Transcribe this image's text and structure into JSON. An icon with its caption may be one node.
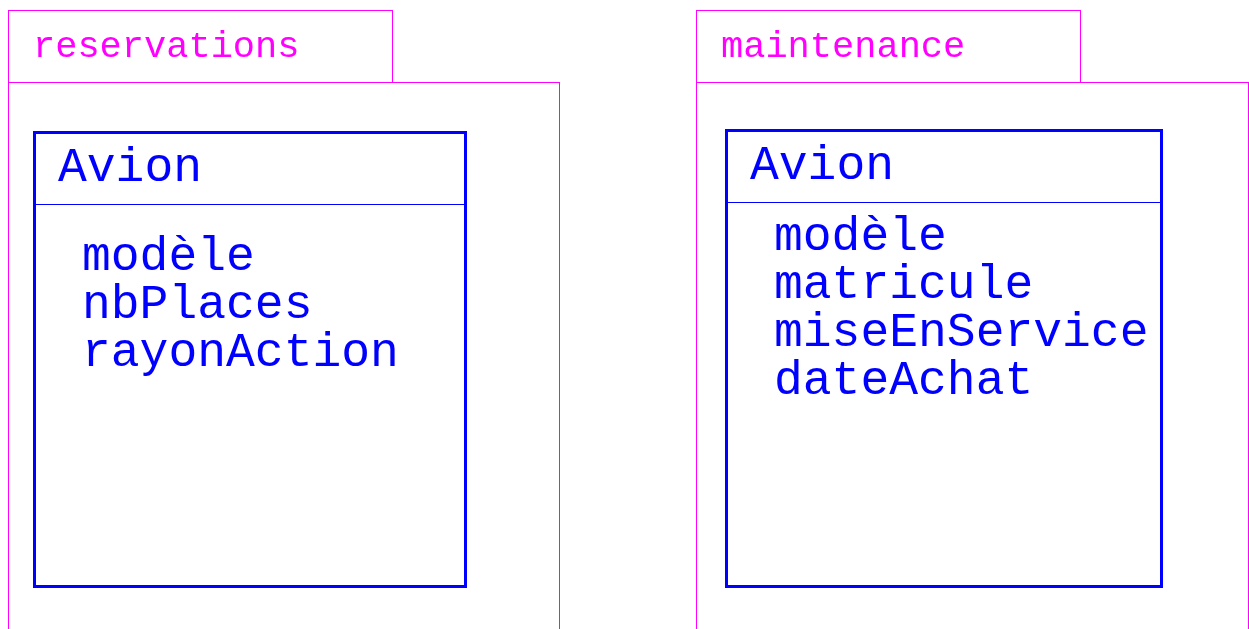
{
  "diagram": {
    "nodes": [
      {
        "text": [
          "reservations"
        ]
      },
      {
        "text": [
          "Avion",
          "modèle",
          "nbPlaces",
          "rayonAction"
        ],
        "in": 0
      },
      {
        "text": [
          "maintenance"
        ]
      },
      {
        "text": [
          "Avion",
          "modèle",
          "matricule",
          "miseEnService",
          "dateAchat"
        ],
        "in": 2
      }
    ],
    "edges": []
  }
}
